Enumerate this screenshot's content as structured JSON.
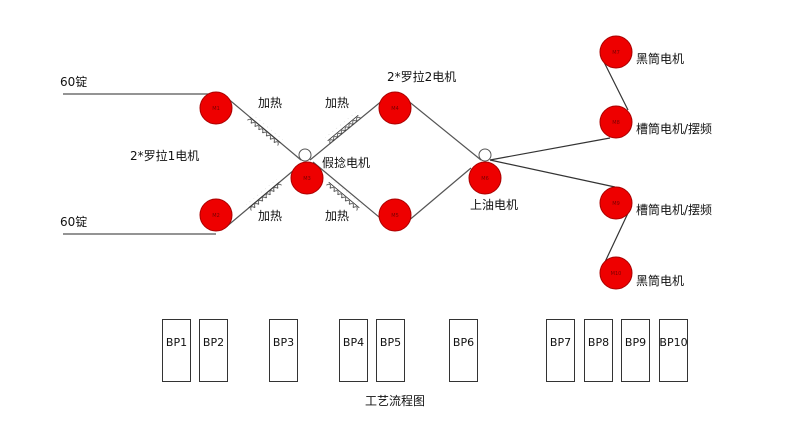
{
  "title": "工艺流程图",
  "inputs": [
    "60锭",
    "60锭"
  ],
  "heater_label": "加热",
  "motors": [
    {
      "id": "M1"
    },
    {
      "id": "M2"
    },
    {
      "id": "M3"
    },
    {
      "id": "M4"
    },
    {
      "id": "M5"
    },
    {
      "id": "M6"
    },
    {
      "id": "M7"
    },
    {
      "id": "M8"
    },
    {
      "id": "M9"
    },
    {
      "id": "M10"
    }
  ],
  "labels": {
    "roller1": "2*罗拉1电机",
    "roller2": "2*罗拉2电机",
    "false_twist": "假捻电机",
    "oiling": "上油电机",
    "black_drum_top": "黑筒电机",
    "groove_drum_top": "槽筒电机/摆频",
    "groove_drum_bottom": "槽筒电机/摆频",
    "black_drum_bottom": "黑筒电机"
  },
  "inverters": [
    "BP1",
    "BP2",
    "BP3",
    "BP4",
    "BP5",
    "BP6",
    "BP7",
    "BP8",
    "BP9",
    "BP10"
  ],
  "colors": {
    "motor": "#ee0000",
    "line": "#555555"
  }
}
